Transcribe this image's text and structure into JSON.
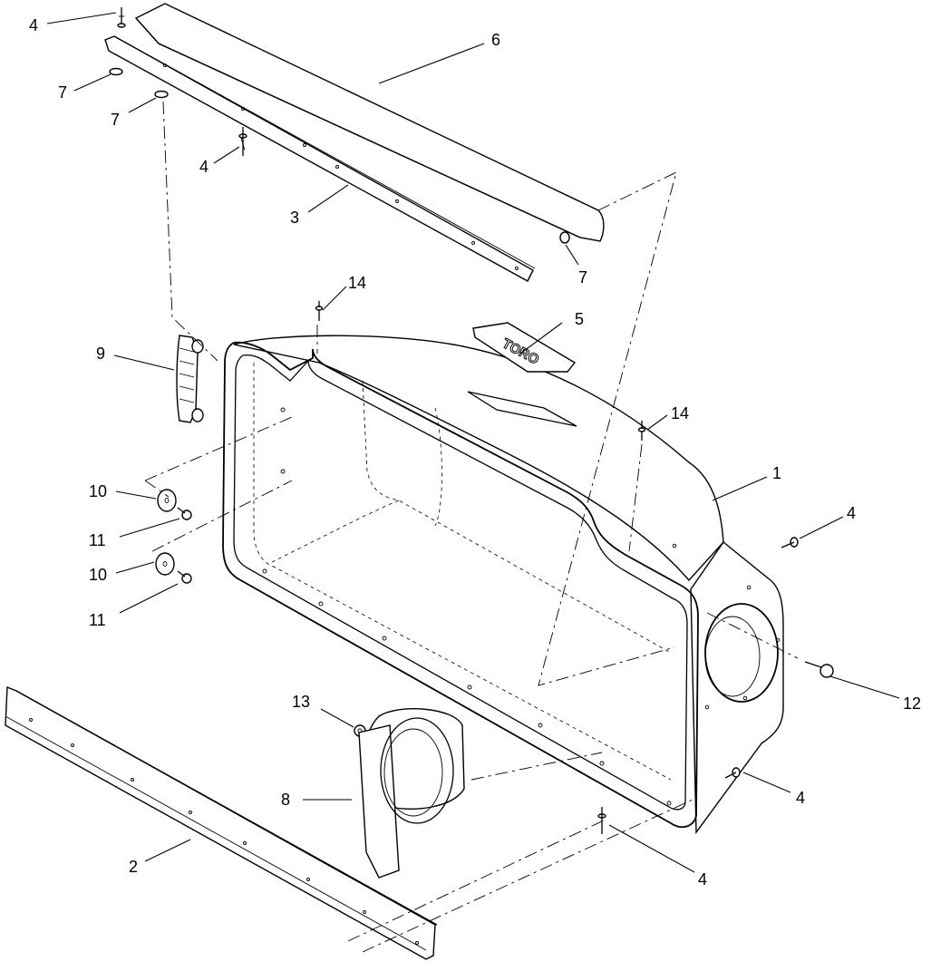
{
  "callouts": [
    {
      "id": "c1",
      "label": "1"
    },
    {
      "id": "c2",
      "label": "2"
    },
    {
      "id": "c3",
      "label": "3"
    },
    {
      "id": "c4a",
      "label": "4"
    },
    {
      "id": "c4b",
      "label": "4"
    },
    {
      "id": "c4c",
      "label": "4"
    },
    {
      "id": "c4d",
      "label": "4"
    },
    {
      "id": "c4e",
      "label": "4"
    },
    {
      "id": "c5",
      "label": "5"
    },
    {
      "id": "c6",
      "label": "6"
    },
    {
      "id": "c7a",
      "label": "7"
    },
    {
      "id": "c7b",
      "label": "7"
    },
    {
      "id": "c7c",
      "label": "7"
    },
    {
      "id": "c8",
      "label": "8"
    },
    {
      "id": "c9",
      "label": "9"
    },
    {
      "id": "c10a",
      "label": "10"
    },
    {
      "id": "c10b",
      "label": "10"
    },
    {
      "id": "c11a",
      "label": "11"
    },
    {
      "id": "c11b",
      "label": "11"
    },
    {
      "id": "c12",
      "label": "12"
    },
    {
      "id": "c13",
      "label": "13"
    },
    {
      "id": "c14a",
      "label": "14"
    },
    {
      "id": "c14b",
      "label": "14"
    }
  ],
  "decal": {
    "brand": "TORO"
  },
  "colors": {
    "line": "#000000",
    "background": "#ffffff"
  }
}
